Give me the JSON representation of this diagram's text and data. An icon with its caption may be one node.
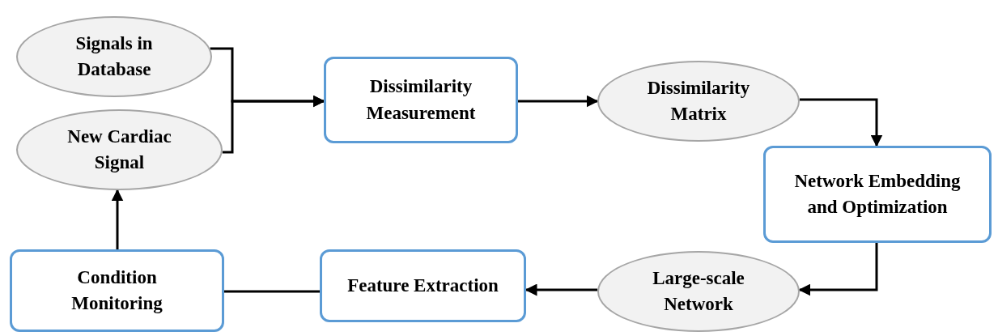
{
  "diagram": {
    "nodes": [
      {
        "text": [
          "Signals in Database"
        ]
      },
      {
        "text": [
          "New Cardiac Signal"
        ]
      },
      {
        "text": [
          "Dissimilarity Measurement"
        ]
      },
      {
        "text": [
          "Dissimilarity Matrix"
        ]
      },
      {
        "text": [
          "Network Embedding and Optimization"
        ]
      },
      {
        "text": [
          "Large-scale Network"
        ]
      },
      {
        "text": [
          "Feature Extraction"
        ]
      },
      {
        "text": [
          "Condition Monitoring"
        ]
      }
    ],
    "edges": [
      {
        "from": 0,
        "to": 2,
        "arrow": "to"
      },
      {
        "from": 1,
        "to": 2,
        "arrow": "to"
      },
      {
        "from": 2,
        "to": 3,
        "arrow": "to"
      },
      {
        "from": 3,
        "to": 4,
        "arrow": "to"
      },
      {
        "from": 4,
        "to": 5,
        "arrow": "to"
      },
      {
        "from": 5,
        "to": 6,
        "arrow": "to"
      },
      {
        "from": 6,
        "to": 7,
        "arrow": "none"
      },
      {
        "from": 7,
        "to": 1,
        "arrow": "to"
      }
    ]
  }
}
